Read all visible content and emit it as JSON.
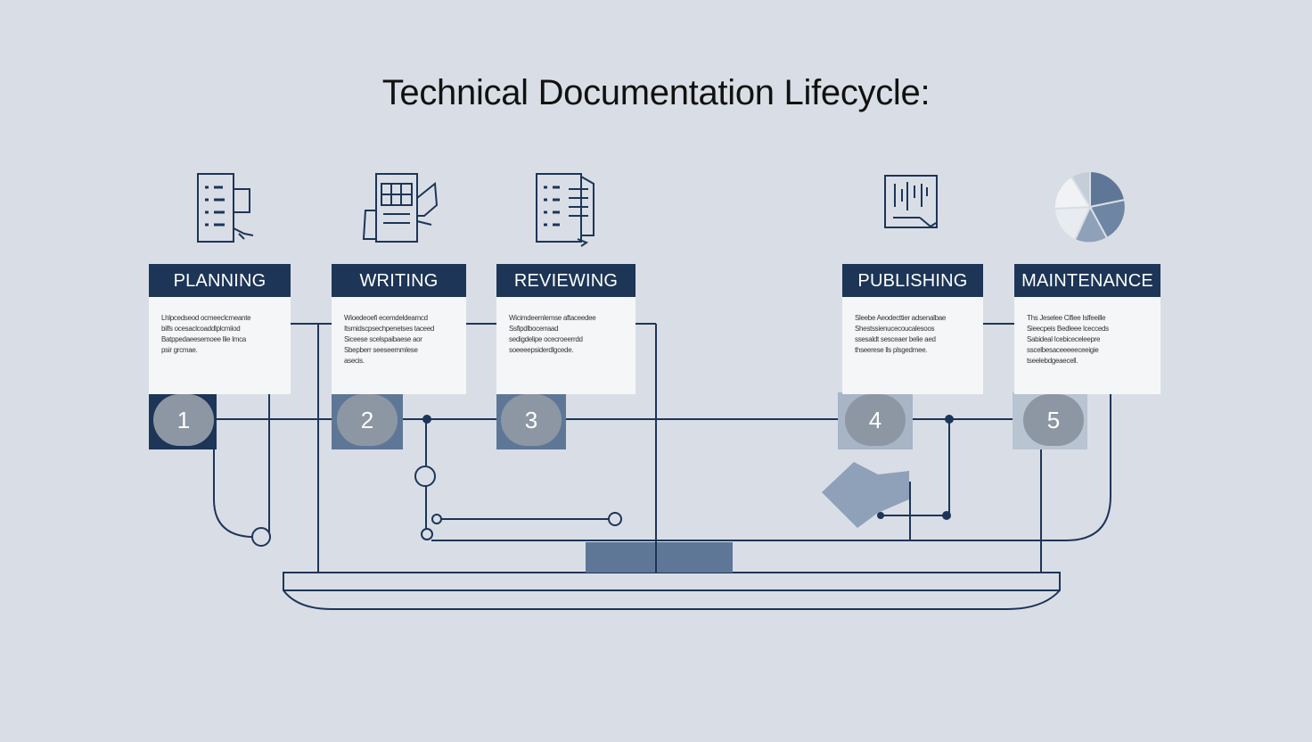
{
  "title": "Technical Documentation Lifecycle:",
  "colors": {
    "navy": "#1d3557",
    "steel": "#5f7797",
    "background": "#d9dee6",
    "card": "#f4f6f8",
    "badge": "#8d97a4"
  },
  "stages": [
    {
      "label": "PLANNING",
      "number": "1",
      "icon": "checklist-document-icon",
      "description": [
        "Lhlpcedseod ocmeeclcmeante",
        "bilfs ocesaclcoaddlplcmiiod",
        "Batppedaeesemoee llie lmca",
        "psir grcmae."
      ]
    },
    {
      "label": "WRITING",
      "number": "2",
      "icon": "document-pencil-icon",
      "description": [
        "Wioedeoefi ecemdeldeamcd",
        "Itsmidscpsechpenetses taceed",
        "Siceese scelspaibaese aor",
        "Sbepberr seeseemmlese",
        "asecis."
      ]
    },
    {
      "label": "REVIEWING",
      "number": "3",
      "icon": "review-document-icon",
      "description": [
        "Wicimdeemlemse aftaceedee",
        "Ssfipdlbocerraad",
        "sedigdelipe ocecroeerrdd",
        "soeeeepsiderdlgcede."
      ]
    },
    {
      "label": "PUBLISHING",
      "number": "4",
      "icon": "publish-screen-icon",
      "description": [
        "Sleebe Aeodecttier adsenalbae",
        "Shestssienucecoucalesoos",
        "ssesaldt sesceaer belie aed",
        "thseerese lls plsgedmee."
      ]
    },
    {
      "label": "MAINTENANCE",
      "number": "5",
      "icon": "pie-chart-icon",
      "description": [
        "Ths Jeselee Clfiee Islfeeille",
        "Sieecpeis Bedleee lcecceds",
        "Sabideal Icebiceceleepre",
        "sscelbesaceeeeeceeigie",
        "tseelebdgeaecell."
      ]
    }
  ]
}
